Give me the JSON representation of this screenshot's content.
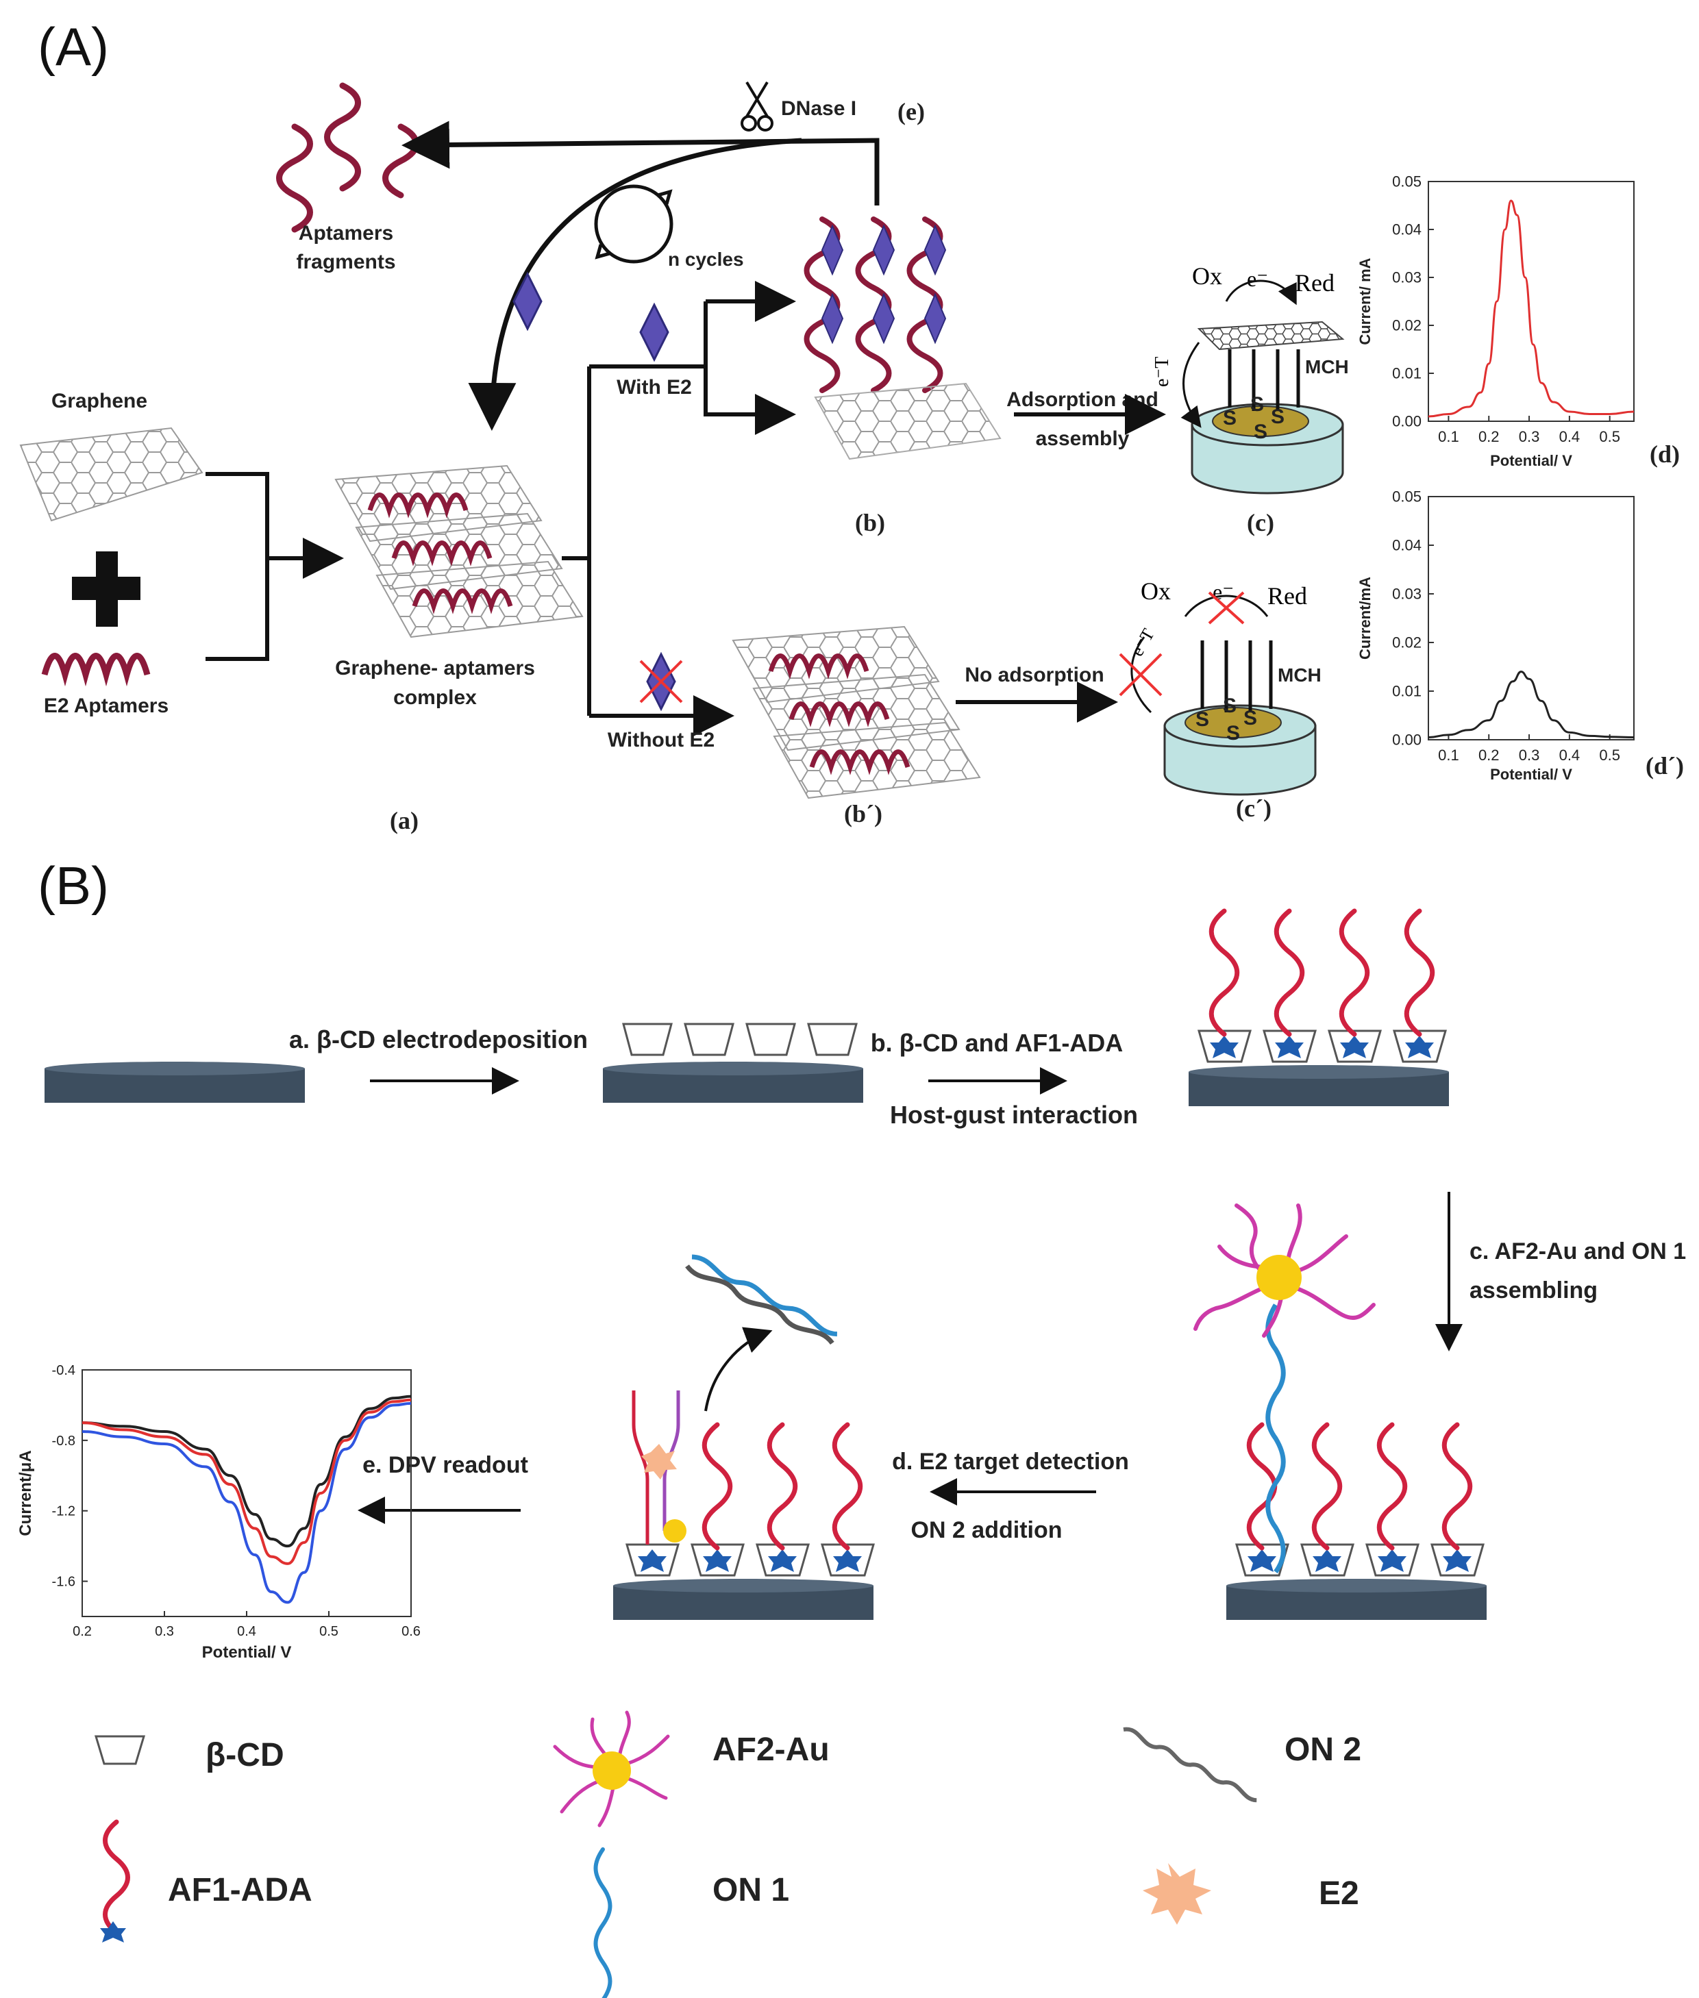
{
  "panelA": {
    "tag": "(A)",
    "aptamers_fragments": [
      "Aptamers",
      "fragments"
    ],
    "dnase": "DNase I",
    "e_label": "(e)",
    "n_cycles": "n cycles",
    "graphene": "Graphene",
    "e2_aptamers": "E2 Aptamers",
    "complex": [
      "Graphene- aptamers",
      "complex"
    ],
    "a_label": "(a)",
    "with_e2": "With E2",
    "without_e2": "Without E2",
    "b_label": "(b)",
    "b_prime_label": "(b´)",
    "adsorption": [
      "Adsorption and",
      "assembly"
    ],
    "no_adsorption": "No adsorption",
    "ox": "Ox",
    "red": "Red",
    "e_minus": "e⁻",
    "et": "e⁻T",
    "mch": "MCH",
    "s": "S",
    "c_label": "(c)",
    "c_prime_label": "(c´)",
    "d_label": "(d)",
    "d_prime_label": "(d´)"
  },
  "panelB": {
    "tag": "(B)",
    "step_a": "a. β-CD electrodeposition",
    "step_b": [
      "b. β-CD and AF1-ADA",
      "Host-gust interaction"
    ],
    "step_c": [
      "c. AF2-Au and ON 1",
      "assembling"
    ],
    "step_d": [
      "d. E2 target detection",
      "ON 2 addition"
    ],
    "step_e": "e. DPV readout",
    "legend": {
      "bcd": "β-CD",
      "af2au": "AF2-Au",
      "on2": "ON 2",
      "af1ada": "AF1-ADA",
      "on1": "ON 1",
      "e2": "E2"
    }
  },
  "colors": {
    "aptamer": "#8b1a3a",
    "af1": "#d0213f",
    "af2": "#cc3aa8",
    "on1": "#2b8ccc",
    "on2": "#666666",
    "gold": "#f7cc12",
    "e2": "#f7b58c",
    "electrode": "#3d4e5f",
    "electrode_cyan": "#bfe3e2",
    "electrode_gold": "#b59a32",
    "e2_crystal": "#5a4fb3",
    "curve_red": "#e03030",
    "curve_black": "#222222",
    "curve_blue": "#2f55e0"
  },
  "chart_data": [
    {
      "id": "d",
      "type": "line",
      "xlabel": "Potential/ V",
      "ylabel": "Current/ mA",
      "xlim": [
        0.05,
        0.56
      ],
      "ylim": [
        0,
        0.05
      ],
      "xticks": [
        0.1,
        0.2,
        0.3,
        0.4,
        0.5
      ],
      "yticks": [
        0.0,
        0.01,
        0.02,
        0.03,
        0.04,
        0.05
      ],
      "series": [
        {
          "color": "red",
          "x": [
            0.05,
            0.1,
            0.15,
            0.18,
            0.2,
            0.22,
            0.24,
            0.255,
            0.27,
            0.29,
            0.31,
            0.33,
            0.36,
            0.4,
            0.45,
            0.5,
            0.56
          ],
          "y": [
            0.001,
            0.0015,
            0.003,
            0.006,
            0.012,
            0.025,
            0.04,
            0.046,
            0.043,
            0.03,
            0.016,
            0.008,
            0.004,
            0.002,
            0.0015,
            0.0015,
            0.002
          ]
        }
      ]
    },
    {
      "id": "d_prime",
      "type": "line",
      "xlabel": "Potential/ V",
      "ylabel": "Current/mA",
      "xlim": [
        0.05,
        0.56
      ],
      "ylim": [
        0,
        0.05
      ],
      "xticks": [
        0.1,
        0.2,
        0.3,
        0.4,
        0.5
      ],
      "yticks": [
        0.0,
        0.01,
        0.02,
        0.03,
        0.04,
        0.05
      ],
      "series": [
        {
          "color": "black",
          "x": [
            0.05,
            0.1,
            0.15,
            0.2,
            0.23,
            0.26,
            0.28,
            0.3,
            0.33,
            0.36,
            0.4,
            0.45,
            0.5,
            0.56
          ],
          "y": [
            0.0005,
            0.001,
            0.002,
            0.004,
            0.008,
            0.012,
            0.014,
            0.0125,
            0.008,
            0.004,
            0.0015,
            0.0008,
            0.0006,
            0.0005
          ]
        }
      ]
    },
    {
      "id": "dpv",
      "type": "line",
      "xlabel": "Potential/ V",
      "ylabel": "Current/μA",
      "xlim": [
        0.2,
        0.6
      ],
      "ylim": [
        -1.8,
        -0.4
      ],
      "xticks": [
        0.2,
        0.3,
        0.4,
        0.5,
        0.6
      ],
      "yticks": [
        -0.4,
        -0.8,
        -1.2,
        -1.6
      ],
      "series": [
        {
          "color": "black",
          "x": [
            0.2,
            0.25,
            0.3,
            0.35,
            0.38,
            0.41,
            0.43,
            0.45,
            0.47,
            0.49,
            0.52,
            0.55,
            0.58,
            0.6
          ],
          "y": [
            -0.7,
            -0.72,
            -0.75,
            -0.85,
            -1.0,
            -1.22,
            -1.36,
            -1.4,
            -1.3,
            -1.05,
            -0.78,
            -0.62,
            -0.56,
            -0.55
          ]
        },
        {
          "color": "red",
          "x": [
            0.2,
            0.25,
            0.3,
            0.35,
            0.38,
            0.41,
            0.43,
            0.45,
            0.47,
            0.49,
            0.52,
            0.55,
            0.58,
            0.6
          ],
          "y": [
            -0.7,
            -0.74,
            -0.78,
            -0.88,
            -1.05,
            -1.3,
            -1.46,
            -1.5,
            -1.38,
            -1.1,
            -0.8,
            -0.64,
            -0.58,
            -0.57
          ]
        },
        {
          "color": "blue",
          "x": [
            0.2,
            0.25,
            0.3,
            0.35,
            0.38,
            0.41,
            0.43,
            0.45,
            0.47,
            0.49,
            0.52,
            0.55,
            0.58,
            0.6
          ],
          "y": [
            -0.75,
            -0.78,
            -0.82,
            -0.95,
            -1.15,
            -1.45,
            -1.66,
            -1.72,
            -1.55,
            -1.2,
            -0.85,
            -0.67,
            -0.6,
            -0.59
          ]
        }
      ]
    }
  ]
}
